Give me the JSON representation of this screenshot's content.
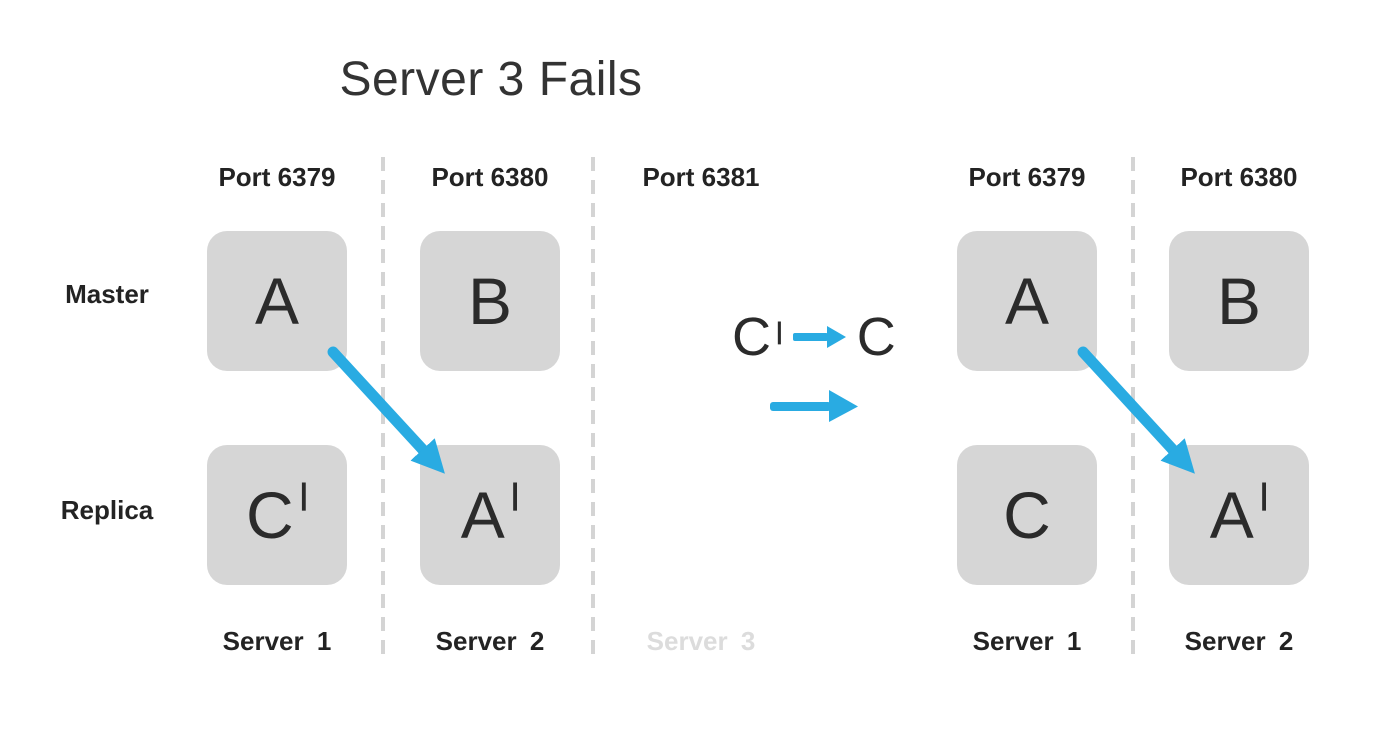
{
  "title": "Server 3 Fails",
  "row_labels": {
    "master": "Master",
    "replica": "Replica"
  },
  "before": {
    "columns": [
      {
        "port": "Port 6379",
        "server": "Server 1",
        "failed": false,
        "master": {
          "letter": "A"
        },
        "replica": {
          "letter": "C",
          "prime": "|"
        }
      },
      {
        "port": "Port 6380",
        "server": "Server 2",
        "failed": false,
        "master": {
          "letter": "B"
        },
        "replica": {
          "letter": "A",
          "prime": "|"
        }
      },
      {
        "port": "Port 6381",
        "server": "Server 3",
        "failed": true
      }
    ]
  },
  "transition": {
    "from": {
      "letter": "C",
      "prime": "|"
    },
    "to": {
      "letter": "C"
    }
  },
  "after": {
    "columns": [
      {
        "port": "Port 6379",
        "server": "Server 1",
        "failed": false,
        "master": {
          "letter": "A"
        },
        "replica": {
          "letter": "C"
        }
      },
      {
        "port": "Port 6380",
        "server": "Server 2",
        "failed": false,
        "master": {
          "letter": "B"
        },
        "replica": {
          "letter": "A",
          "prime": "|"
        }
      }
    ]
  },
  "colors": {
    "accent_blue": "#29abe2",
    "node_fill": "#d6d6d6",
    "dashed_divider": "#d4d4d4",
    "text_dark": "#232323",
    "letter_dark": "#2b2b2b",
    "muted_label": "#dcdcdc"
  }
}
